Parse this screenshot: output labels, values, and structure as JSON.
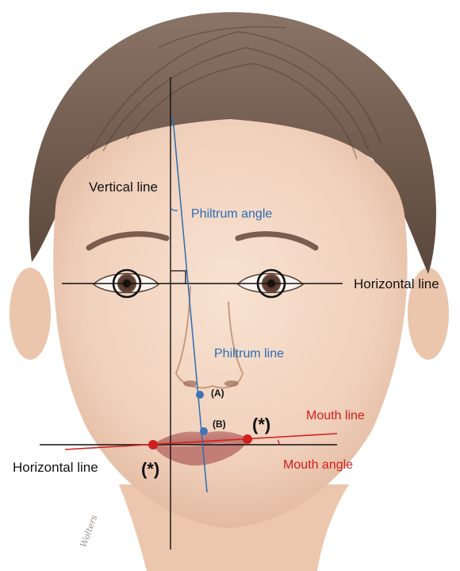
{
  "diagram": {
    "labels": {
      "vertical_line": "Vertical line",
      "horizontal_line_eyes": "Horizontal line",
      "horizontal_line_mouth": "Horizontal line",
      "philtrum_angle": "Philtrum angle",
      "philtrum_line": "Philtrum line",
      "mouth_line": "Mouth line",
      "mouth_angle": "Mouth angle",
      "point_a": "(A)",
      "point_b": "(B)",
      "mouth_corner_right": "(*)",
      "mouth_corner_left": "(*)"
    },
    "signature": "Wolters",
    "colors": {
      "reference_lines": "#111111",
      "philtrum": "#2a6db5",
      "mouth": "#d21f1f",
      "skin": "#f3d8c4",
      "hair": "#6b5548",
      "point_blue": "#3f73b5",
      "point_red": "#cf1f1f"
    }
  }
}
